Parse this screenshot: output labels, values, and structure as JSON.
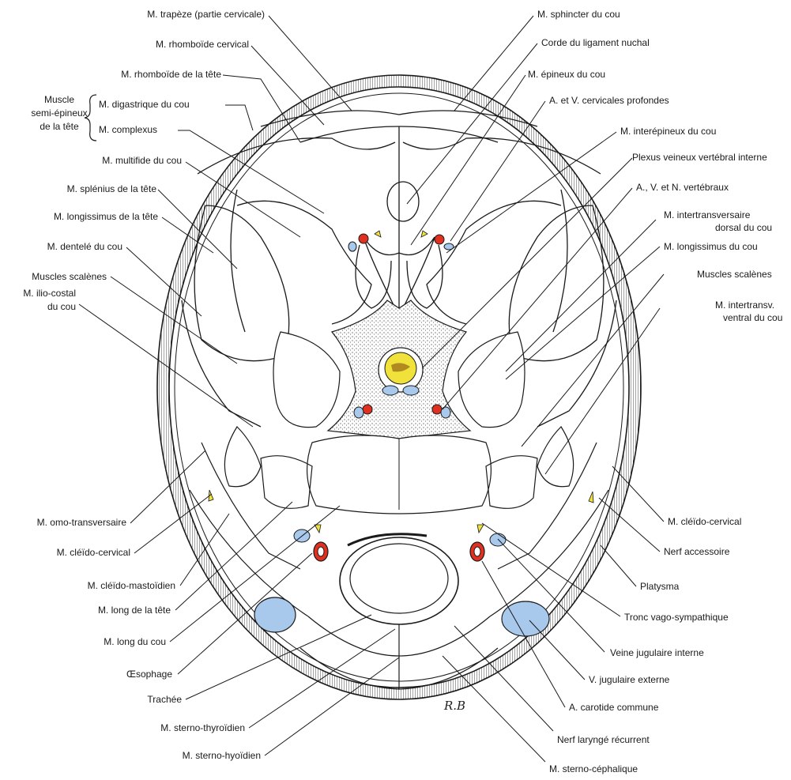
{
  "labels_left": [
    {
      "id": "trapeze",
      "text": "M. trapèze (partie cervicale)"
    },
    {
      "id": "rhomb-cerv",
      "text": "M. rhomboïde cervical"
    },
    {
      "id": "rhomb-tete",
      "text": "M. rhomboïde de la tête"
    },
    {
      "id": "digastrique",
      "text": "M. digastrique du cou"
    },
    {
      "id": "complexus",
      "text": "M. complexus"
    },
    {
      "id": "multifide",
      "text": "M. multifide du cou"
    },
    {
      "id": "splenius",
      "text": "M. splénius de la tête"
    },
    {
      "id": "longissimus-tete",
      "text": "M. longissimus de la tête"
    },
    {
      "id": "dentele",
      "text": "M. dentelé du cou"
    },
    {
      "id": "scalenes-l",
      "text": "Muscles scalènes"
    },
    {
      "id": "ilio-1",
      "text": "M. ilio-costal"
    },
    {
      "id": "ilio-2",
      "text": "du cou"
    },
    {
      "id": "omo",
      "text": "M. omo-transversaire"
    },
    {
      "id": "cleido-cerv-l",
      "text": "M. cléïdo-cervical"
    },
    {
      "id": "cleido-mast",
      "text": "M. cléïdo-mastoïdien"
    },
    {
      "id": "long-tete",
      "text": "M. long de la tête"
    },
    {
      "id": "long-cou",
      "text": "M. long du cou"
    },
    {
      "id": "oesophage",
      "text": "Œsophage"
    },
    {
      "id": "trachee",
      "text": "Trachée"
    },
    {
      "id": "sterno-thyr",
      "text": "M. sterno-thyroïdien"
    },
    {
      "id": "sterno-hyo",
      "text": "M. sterno-hyoïdien"
    }
  ],
  "group_label": {
    "line1": "Muscle",
    "line2": "semi-épineux",
    "line3": "de la tête"
  },
  "labels_right": [
    {
      "id": "sphincter",
      "text": "M. sphincter du cou"
    },
    {
      "id": "corde",
      "text": "Corde du ligament nuchal"
    },
    {
      "id": "epineux",
      "text": "M. épineux du cou"
    },
    {
      "id": "av-cerv",
      "text": "A. et V. cervicales profondes"
    },
    {
      "id": "interepineux",
      "text": "M. interépineux du cou"
    },
    {
      "id": "plexus",
      "text": "Plexus veineux vertébral interne"
    },
    {
      "id": "avn-vert",
      "text": "A., V. et N. vertébraux"
    },
    {
      "id": "intertrans-d1",
      "text": "M. intertransversaire"
    },
    {
      "id": "intertrans-d2",
      "text": "dorsal du cou"
    },
    {
      "id": "longissimus-cou",
      "text": "M. longissimus du cou"
    },
    {
      "id": "scalenes-r",
      "text": "Muscles scalènes"
    },
    {
      "id": "intertrans-v1",
      "text": "M. intertransv."
    },
    {
      "id": "intertrans-v2",
      "text": "ventral du cou"
    },
    {
      "id": "cleido-cerv-r",
      "text": "M. cléïdo-cervical"
    },
    {
      "id": "nerf-acc",
      "text": "Nerf accessoire"
    },
    {
      "id": "platysma",
      "text": "Platysma"
    },
    {
      "id": "tronc",
      "text": "Tronc vago-sympathique"
    },
    {
      "id": "veine-jug-int",
      "text": "Veine jugulaire interne"
    },
    {
      "id": "v-jug-ext",
      "text": "V. jugulaire externe"
    },
    {
      "id": "a-carotide",
      "text": "A. carotide commune"
    },
    {
      "id": "nerf-laryng",
      "text": "Nerf laryngé récurrent"
    },
    {
      "id": "sterno-ceph",
      "text": "M. sterno-céphalique"
    }
  ],
  "signature": "R.B",
  "colors": {
    "artery": "#e03020",
    "vein": "#a8c8ec",
    "nerve": "#f0e23a",
    "outline": "#1a1a1a",
    "skin": "#ffffff"
  }
}
